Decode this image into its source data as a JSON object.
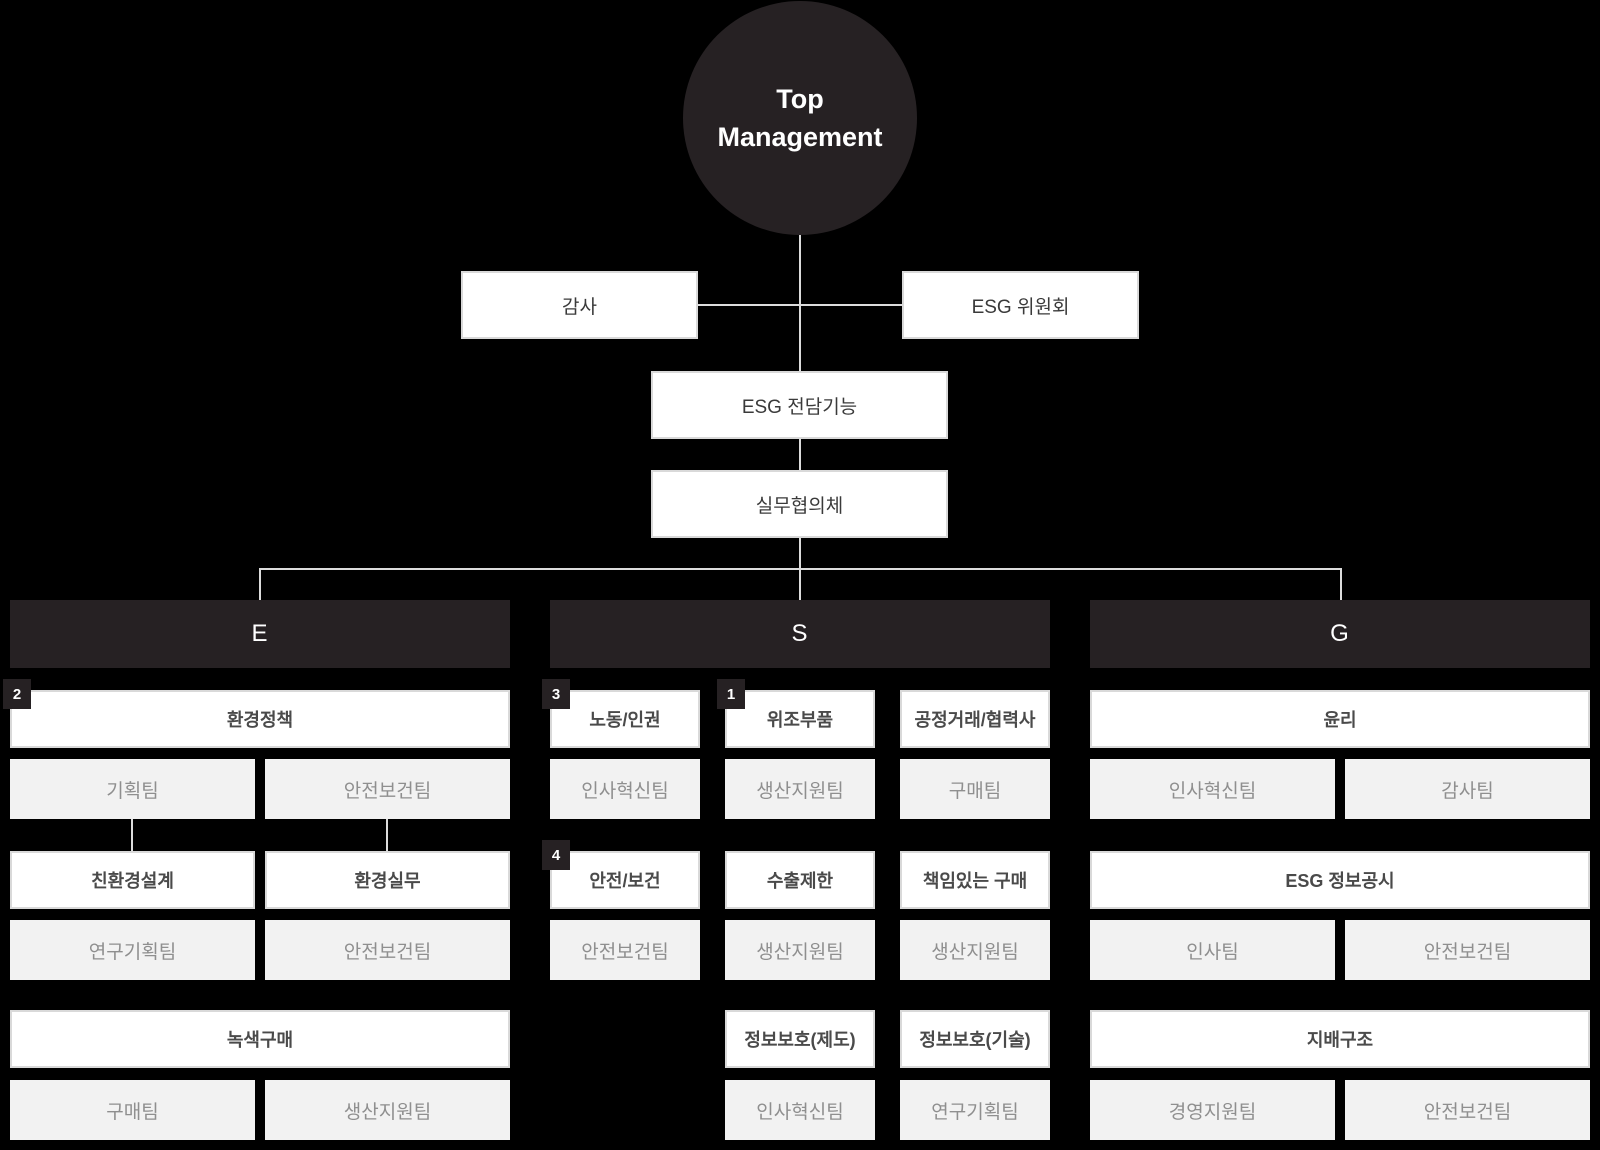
{
  "root": {
    "top_management": "Top Management",
    "audit": "감사",
    "esg_committee": "ESG 위원회",
    "esg_function": "ESG 전담기능",
    "working_council": "실무협의체"
  },
  "e": {
    "header": "E",
    "badge_env_policy": "2",
    "env_policy": "환경정책",
    "env_policy_team1": "기획팀",
    "env_policy_team2": "안전보건팀",
    "eco_design": "친환경설계",
    "eco_design_team": "연구기획팀",
    "env_practice": "환경실무",
    "env_practice_team": "안전보건팀",
    "green_purchase": "녹색구매",
    "green_purchase_team1": "구매팀",
    "green_purchase_team2": "생산지원팀"
  },
  "s": {
    "header": "S",
    "badge_labor": "3",
    "labor": "노동/인권",
    "labor_team": "인사혁신팀",
    "badge_counterfeit": "1",
    "counterfeit": "위조부품",
    "counterfeit_team": "생산지원팀",
    "fair_trade": "공정거래/협력사",
    "fair_trade_team": "구매팀",
    "badge_safety": "4",
    "safety": "안전/보건",
    "safety_team": "안전보건팀",
    "export_limit": "수출제한",
    "export_limit_team": "생산지원팀",
    "responsible_purchase": "책임있는 구매",
    "responsible_purchase_team": "생산지원팀",
    "infosec_system": "정보보호(제도)",
    "infosec_system_team": "인사혁신팀",
    "infosec_tech": "정보보호(기술)",
    "infosec_tech_team": "연구기획팀"
  },
  "g": {
    "header": "G",
    "ethics": "윤리",
    "ethics_team1": "인사혁신팀",
    "ethics_team2": "감사팀",
    "disclosure": "ESG 정보공시",
    "disclosure_team1": "인사팀",
    "disclosure_team2": "안전보건팀",
    "governance": "지배구조",
    "governance_team1": "경영지원팀",
    "governance_team2": "안전보건팀"
  },
  "colors": {
    "background": "#000000",
    "dark_box": "#262123",
    "white_box": "#ffffff",
    "team_box": "#f2f2f2",
    "connector_line": "#dcdcdc"
  }
}
